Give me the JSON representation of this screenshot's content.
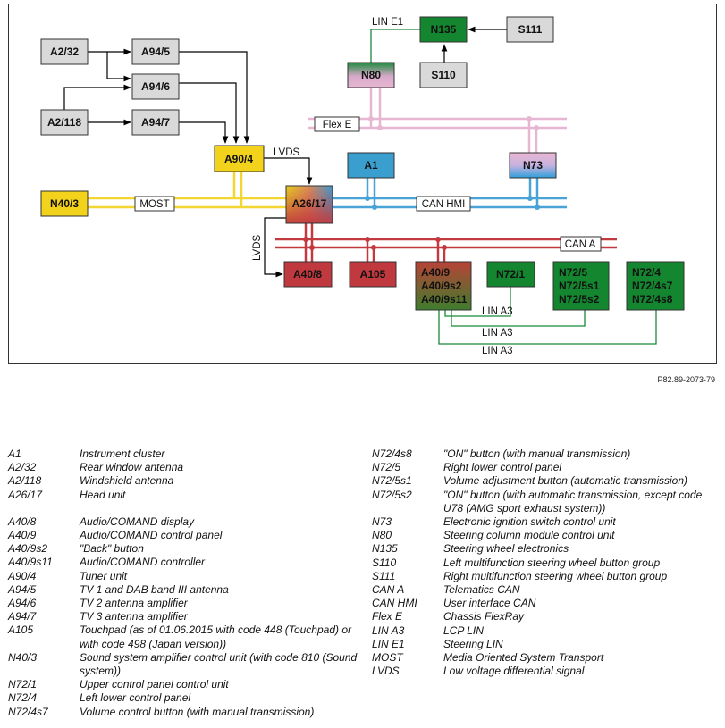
{
  "diagram": {
    "reference": "P82.89-2073-79",
    "components": {
      "a2_32": "A2/32",
      "a2_118": "A2/118",
      "a94_5": "A94/5",
      "a94_6": "A94/6",
      "a94_7": "A94/7",
      "a90_4": "A90/4",
      "n40_3": "N40/3",
      "a26_17": "A26/17",
      "a1": "A1",
      "n73": "N73",
      "n80": "N80",
      "n135": "N135",
      "s111": "S111",
      "s110": "S110",
      "a40_8": "A40/8",
      "a105": "A105",
      "a40_9_l1": "A40/9",
      "a40_9_l2": "A40/9s2",
      "a40_9_l3": "A40/9s11",
      "n72_1": "N72/1",
      "n72_5_l1": "N72/5",
      "n72_5_l2": "N72/5s1",
      "n72_5_l3": "N72/5s2",
      "n72_4_l1": "N72/4",
      "n72_4_l2": "N72/4s7",
      "n72_4_l3": "N72/4s8"
    },
    "buses": {
      "lin_e1": "LIN E1",
      "flex_e": "Flex E",
      "lvds_top": "LVDS",
      "most": "MOST",
      "can_hmi": "CAN HMI",
      "can_a": "CAN A",
      "lvds_side": "LVDS",
      "lin_a3_1": "LIN A3",
      "lin_a3_2": "LIN A3",
      "lin_a3_3": "LIN A3"
    },
    "colors": {
      "grey_box": "#d9d9d9",
      "yellow_box": "#f2d21a",
      "blue_box": "#3a9fcf",
      "red_box": "#c0393f",
      "green_box": "#13862f",
      "most_bus": "#f4d633",
      "can_hmi_bus": "#4aa3d6",
      "can_a_bus": "#c23a3f",
      "flex_e_bus": "#e7b6d2",
      "lin_bus": "#1a8a3a"
    }
  },
  "legend": {
    "left": [
      {
        "code": "A1",
        "desc": "Instrument cluster"
      },
      {
        "code": "A2/32",
        "desc": "Rear window antenna"
      },
      {
        "code": "A2/118",
        "desc": "Windshield antenna"
      },
      {
        "code": "A26/17",
        "desc": "Head unit"
      },
      {
        "code": "A40/8",
        "desc": "Audio/COMAND display"
      },
      {
        "code": "A40/9",
        "desc": "Audio/COMAND control panel"
      },
      {
        "code": "A40/9s2",
        "desc": "\"Back\" button"
      },
      {
        "code": "A40/9s11",
        "desc": "Audio/COMAND controller"
      },
      {
        "code": "A90/4",
        "desc": "Tuner unit"
      },
      {
        "code": "A94/5",
        "desc": "TV 1 and DAB band III antenna"
      },
      {
        "code": "A94/6",
        "desc": "TV 2 antenna amplifier"
      },
      {
        "code": "A94/7",
        "desc": "TV 3 antenna amplifier"
      },
      {
        "code": "A105",
        "desc": "Touchpad (as of 01.06.2015 with code 448 (Touchpad) or with code 498 (Japan version))"
      },
      {
        "code": "N40/3",
        "desc": "Sound system amplifier control unit (with code 810 (Sound system))"
      },
      {
        "code": "N72/1",
        "desc": "Upper control panel control unit"
      },
      {
        "code": "N72/4",
        "desc": "Left lower control panel"
      },
      {
        "code": "N72/4s7",
        "desc": "Volume control button (with manual transmission)"
      }
    ],
    "right": [
      {
        "code": "N72/4s8",
        "desc": "\"ON\" button (with manual transmission)"
      },
      {
        "code": "N72/5",
        "desc": "Right lower control panel"
      },
      {
        "code": "N72/5s1",
        "desc": "Volume adjustment button (automatic transmission)"
      },
      {
        "code": "N72/5s2",
        "desc": "\"ON\" button (with automatic transmission, except code U78 (AMG sport exhaust system))"
      },
      {
        "code": "N73",
        "desc": "Electronic ignition switch control unit"
      },
      {
        "code": "N80",
        "desc": "Steering column module control unit"
      },
      {
        "code": "N135",
        "desc": "Steering wheel electronics"
      },
      {
        "code": "S110",
        "desc": "Left multifunction steering wheel button group"
      },
      {
        "code": "S111",
        "desc": "Right multifunction steering wheel button group"
      },
      {
        "code": "CAN A",
        "desc": "Telematics CAN"
      },
      {
        "code": "CAN HMI",
        "desc": "User interface CAN"
      },
      {
        "code": "Flex E",
        "desc": "Chassis FlexRay"
      },
      {
        "code": "LIN A3",
        "desc": "LCP LIN"
      },
      {
        "code": "LIN E1",
        "desc": "Steering LIN"
      },
      {
        "code": "MOST",
        "desc": "Media Oriented System Transport"
      },
      {
        "code": "LVDS",
        "desc": "Low voltage differential signal"
      }
    ]
  }
}
